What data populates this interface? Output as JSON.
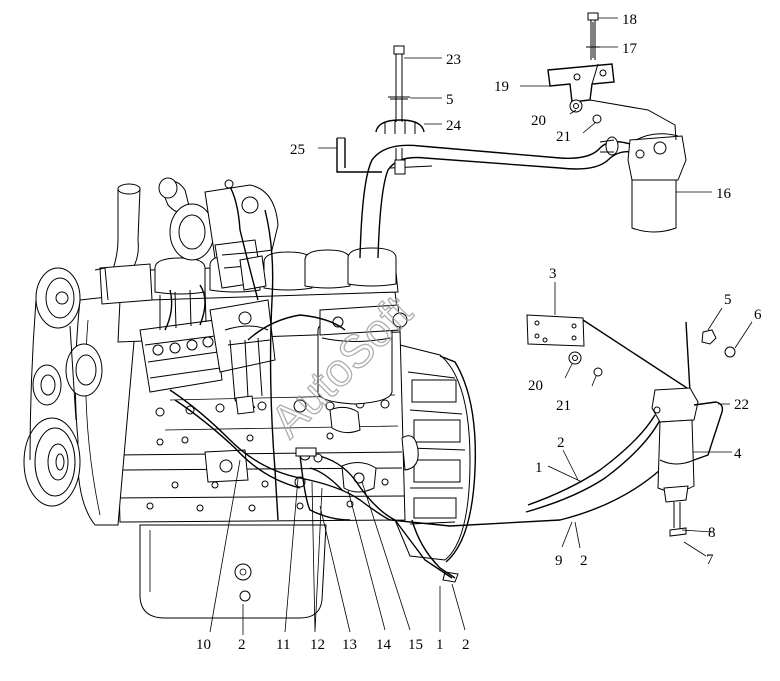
{
  "watermark": "AutoSoft",
  "callouts": [
    {
      "id": "c18",
      "text": "18"
    },
    {
      "id": "c17",
      "text": "17"
    },
    {
      "id": "c23",
      "text": "23"
    },
    {
      "id": "c19",
      "text": "19"
    },
    {
      "id": "c5a",
      "text": "5"
    },
    {
      "id": "c20a",
      "text": "20"
    },
    {
      "id": "c24",
      "text": "24"
    },
    {
      "id": "c21a",
      "text": "21"
    },
    {
      "id": "c25",
      "text": "25"
    },
    {
      "id": "c16",
      "text": "16"
    },
    {
      "id": "c3",
      "text": "3"
    },
    {
      "id": "c5b",
      "text": "5"
    },
    {
      "id": "c6",
      "text": "6"
    },
    {
      "id": "c20b",
      "text": "20"
    },
    {
      "id": "c21b",
      "text": "21"
    },
    {
      "id": "c22",
      "text": "22"
    },
    {
      "id": "c2a",
      "text": "2"
    },
    {
      "id": "c4",
      "text": "4"
    },
    {
      "id": "c1a",
      "text": "1"
    },
    {
      "id": "c8",
      "text": "8"
    },
    {
      "id": "c7",
      "text": "7"
    },
    {
      "id": "c9",
      "text": "9"
    },
    {
      "id": "c2b",
      "text": "2"
    },
    {
      "id": "c10",
      "text": "10"
    },
    {
      "id": "c2c",
      "text": "2"
    },
    {
      "id": "c11",
      "text": "11"
    },
    {
      "id": "c12",
      "text": "12"
    },
    {
      "id": "c13",
      "text": "13"
    },
    {
      "id": "c14",
      "text": "14"
    },
    {
      "id": "c15",
      "text": "15"
    },
    {
      "id": "c1b",
      "text": "1"
    },
    {
      "id": "c2d",
      "text": "2"
    }
  ]
}
